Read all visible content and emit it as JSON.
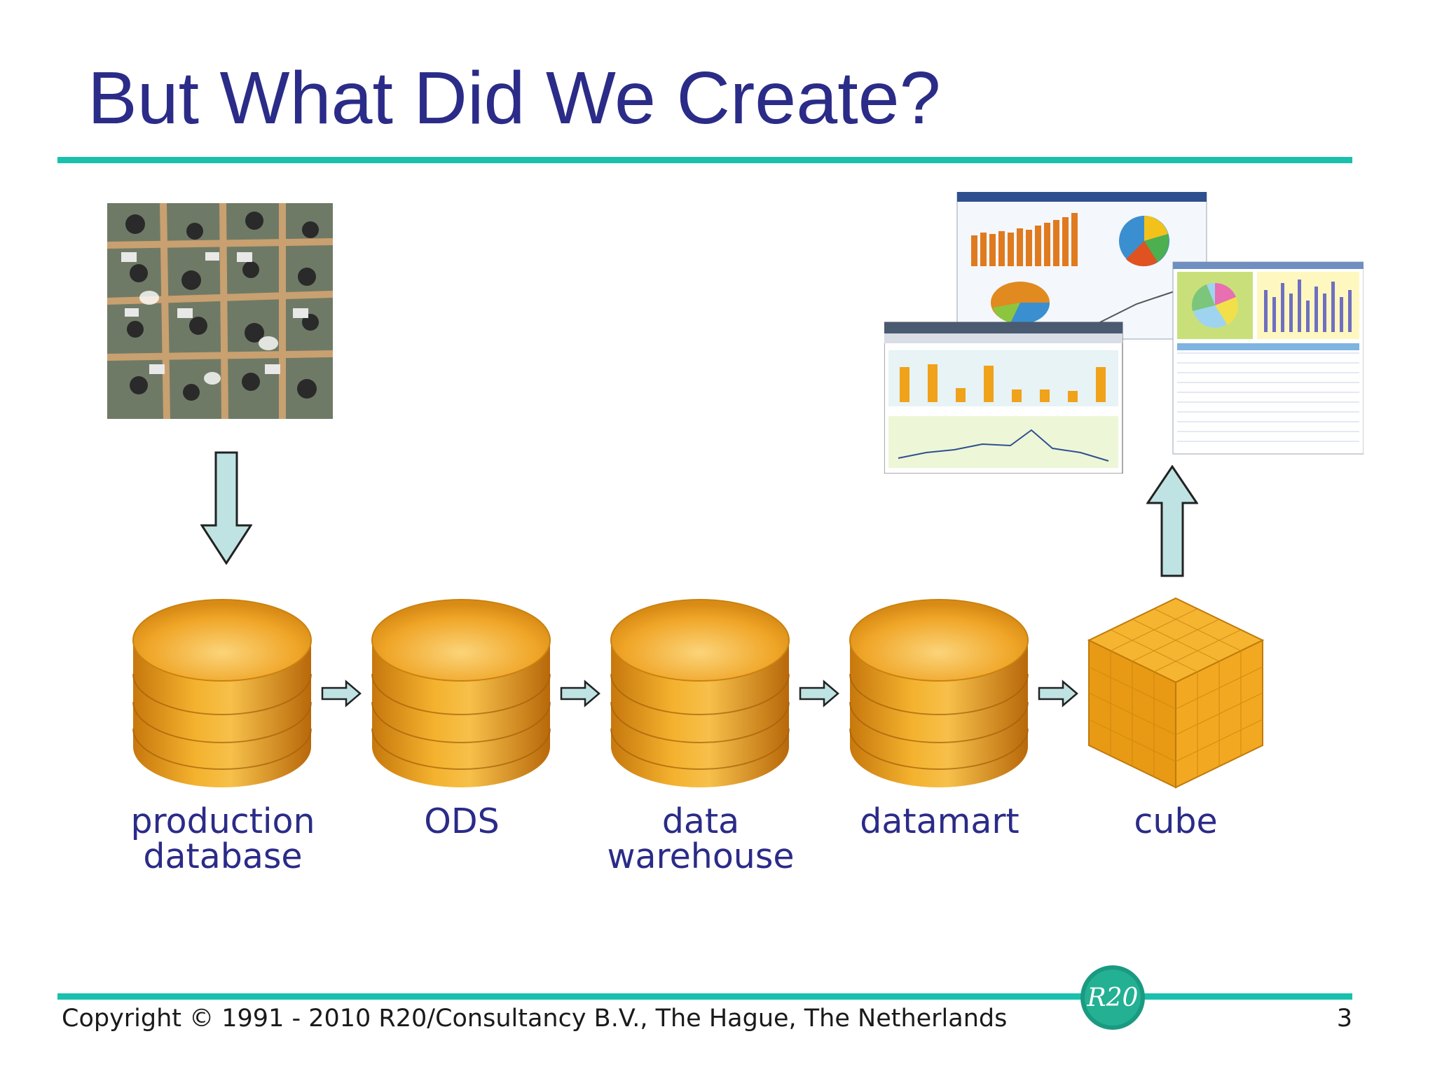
{
  "slide": {
    "title": "But What Did We Create?",
    "footer": {
      "copyright": "Copyright © 1991 - 2010 R20/Consultancy B.V., The Hague, The Netherlands",
      "page_number": "3",
      "logo_text": "R20"
    }
  },
  "pipeline": {
    "stages": [
      {
        "label": "production\ndatabase",
        "shape": "cylinder"
      },
      {
        "label": "ODS",
        "shape": "cylinder"
      },
      {
        "label": "data\nwarehouse",
        "shape": "cylinder"
      },
      {
        "label": "datamart",
        "shape": "cylinder"
      },
      {
        "label": "cube",
        "shape": "cube"
      }
    ]
  },
  "colors": {
    "title": "#2b2b88",
    "rule": "#19c1ad",
    "arrow_fill": "#bfe3e3",
    "storage_gold": "#f2a81d"
  },
  "icons": [
    "office-photo",
    "dashboard-screenshots",
    "cylinder-icon",
    "cube-icon",
    "arrow-icon",
    "r20-logo"
  ]
}
